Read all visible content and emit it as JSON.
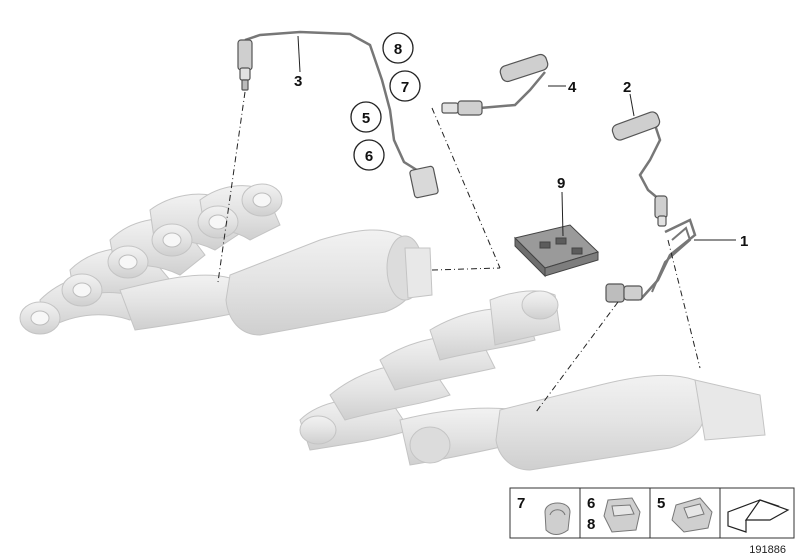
{
  "callouts": {
    "c1": "1",
    "c2": "2",
    "c3": "3",
    "c4": "4",
    "c5": "5",
    "c6": "6",
    "c7": "7",
    "c8": "8",
    "c9": "9"
  },
  "legend": {
    "cell_7": "7",
    "cell_6": "6",
    "cell_8": "8",
    "cell_5": "5"
  },
  "reference_number": "191886",
  "colors": {
    "part_fill": "#e6e6e6",
    "part_stroke": "#c4c4c4",
    "line": "#222222",
    "sensor_fill": "#cfcfcf",
    "sensor_stroke": "#555555"
  }
}
